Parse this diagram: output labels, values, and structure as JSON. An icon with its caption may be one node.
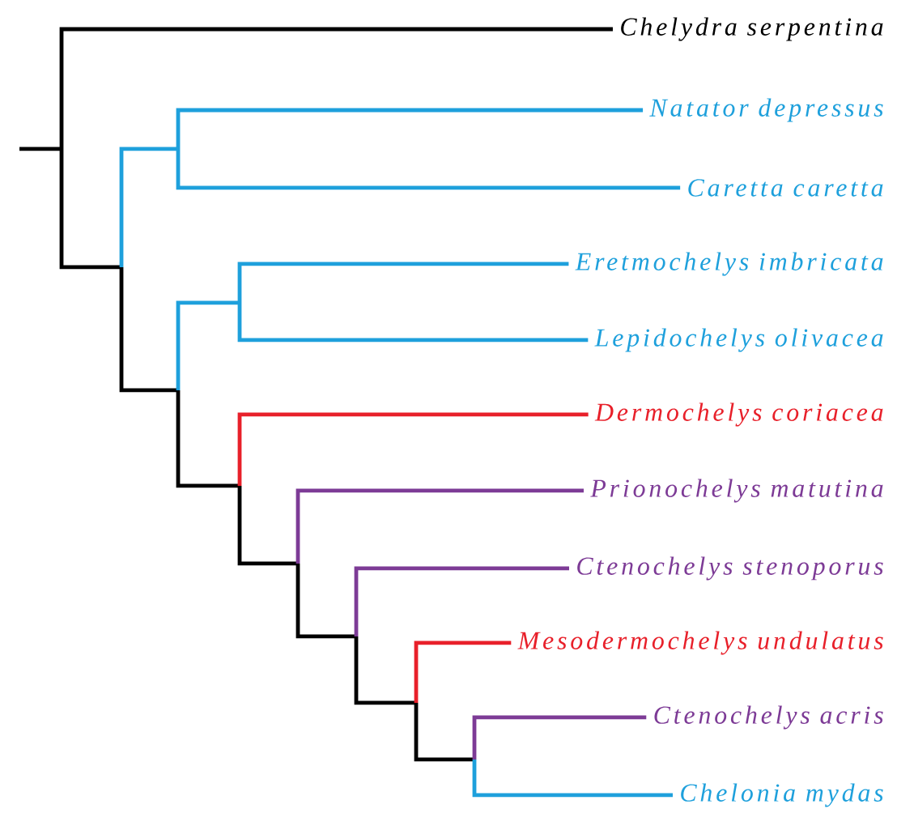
{
  "diagram": {
    "nodes": [
      {
        "text": [
          "Chelydra serpentina"
        ]
      },
      {
        "text": [
          "Natator depressus"
        ]
      },
      {
        "text": [
          "Caretta caretta"
        ]
      },
      {
        "text": [
          "Eretmochelys imbricata"
        ]
      },
      {
        "text": [
          "Lepidochelys olivacea"
        ]
      },
      {
        "text": [
          "Dermochelys coriacea"
        ]
      },
      {
        "text": [
          "Prionochelys matutina"
        ]
      },
      {
        "text": [
          "Ctenochelys stenoporus"
        ]
      },
      {
        "text": [
          "Mesodermochelys undulatus"
        ]
      },
      {
        "text": [
          "Ctenochelys acris"
        ]
      },
      {
        "text": [
          "Chelonia mydas"
        ]
      }
    ]
  }
}
